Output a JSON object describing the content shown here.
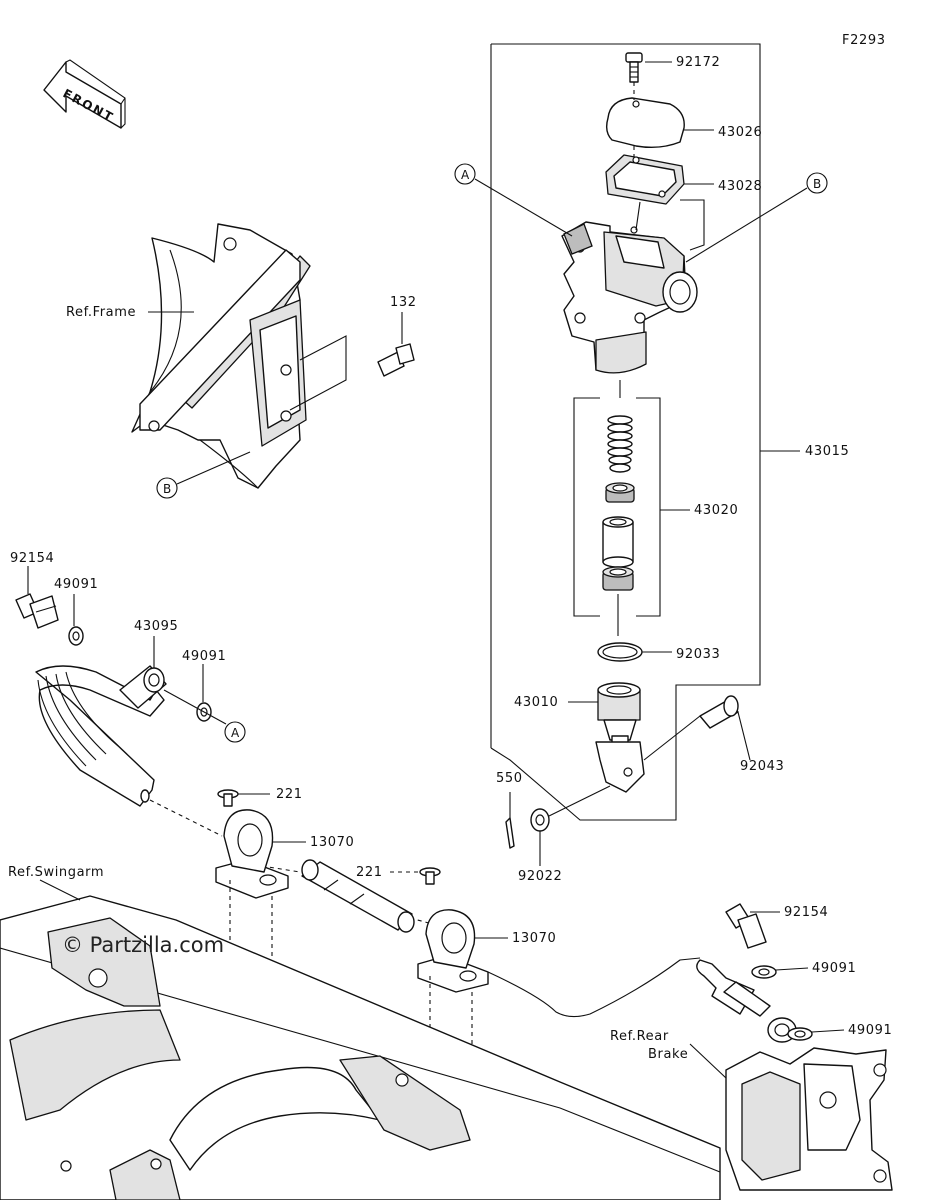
{
  "diagram_code": "F2293",
  "front_label": "FRONT",
  "watermark": "© Partzilla.com",
  "refs": {
    "frame": "Ref.Frame",
    "swingarm": "Ref.Swingarm",
    "rear_brake_line1": "Ref.Rear",
    "rear_brake_line2": "Brake"
  },
  "markers": {
    "a": "A",
    "b": "B"
  },
  "parts": {
    "p92172": "92172",
    "p43026": "43026",
    "p43028": "43028",
    "p43015": "43015",
    "p43020": "43020",
    "p92033": "92033",
    "p43010": "43010",
    "p92043": "92043",
    "p550": "550",
    "p92022": "92022",
    "p132": "132",
    "p92154_top": "92154",
    "p49091_a": "49091",
    "p43095": "43095",
    "p49091_b": "49091",
    "p221_a": "221",
    "p13070_a": "13070",
    "p221_b": "221",
    "p13070_b": "13070",
    "p92154_bottom": "92154",
    "p49091_c": "49091",
    "p49091_d": "49091"
  }
}
